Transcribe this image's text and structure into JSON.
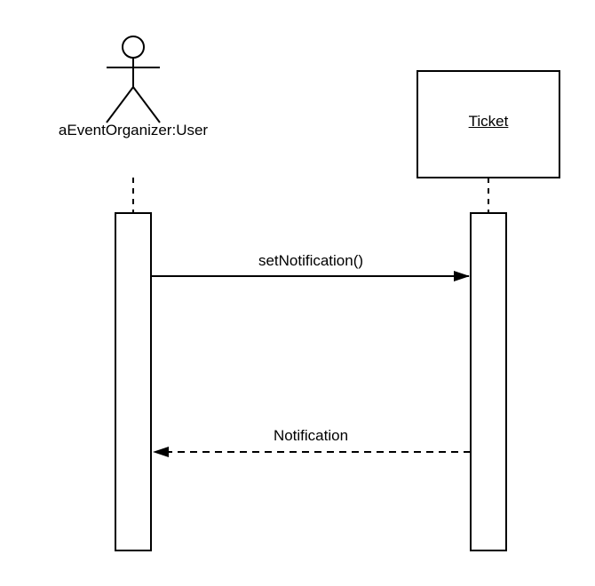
{
  "participants": {
    "actor": {
      "label": "aEventOrganizer:User"
    },
    "object": {
      "label": "Ticket"
    }
  },
  "messages": [
    {
      "label": "setNotification()",
      "kind": "synchronous-call"
    },
    {
      "label": "Notification",
      "kind": "return"
    }
  ],
  "colors": {
    "stroke": "#000000",
    "fill": "#ffffff"
  }
}
